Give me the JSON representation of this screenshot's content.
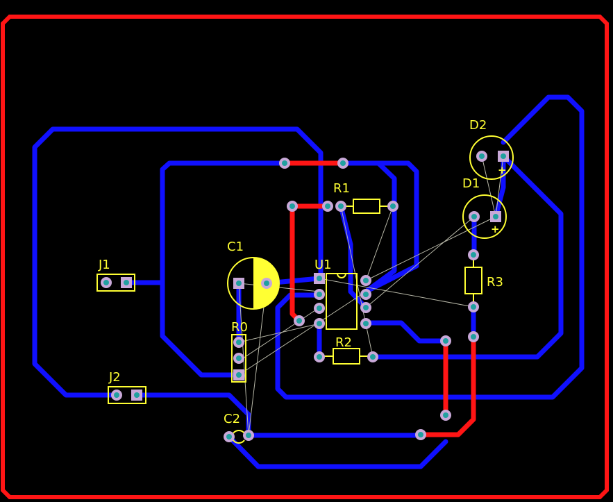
{
  "board": {
    "outline_color": "#ff1515",
    "bottom_layer_color": "#1010ff",
    "top_layer_color": "#ff1515",
    "silkscreen_color": "#ffff33",
    "pad_color": "#c8a8d8",
    "hole_color": "#20a0a0"
  },
  "components": {
    "J1": "J1",
    "J2": "J2",
    "C1": "C1",
    "C2": "C2",
    "U1": "U1",
    "R0": "R0",
    "R1": "R1",
    "R2": "R2",
    "R3": "R3",
    "D1": "D1",
    "D2": "D2"
  },
  "polarity": {
    "d1_plus": "+",
    "d2_plus": "+"
  }
}
